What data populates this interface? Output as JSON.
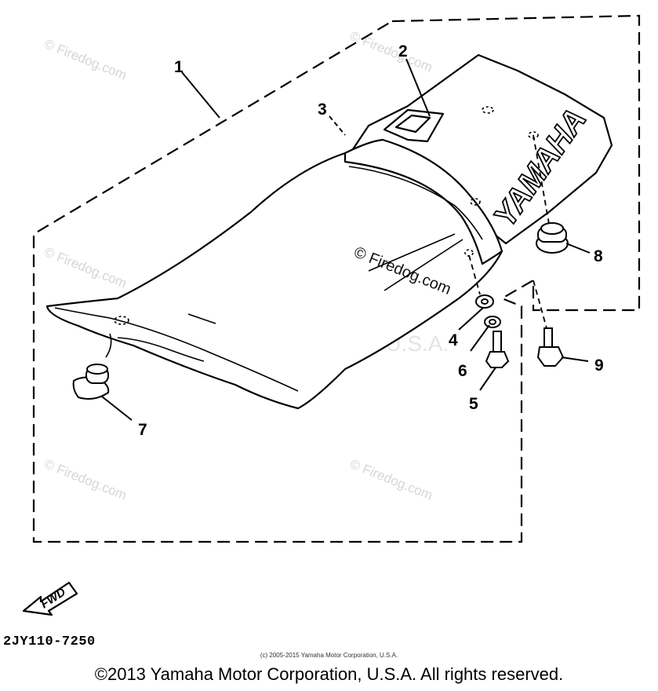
{
  "callouts": [
    "1",
    "2",
    "3",
    "4",
    "5",
    "6",
    "7",
    "8",
    "9"
  ],
  "brand_text": "YAMAHA",
  "fwd_text": "FWD",
  "part_code": "2JY110-7250",
  "watermark": {
    "main": "© Firedog.com",
    "faint": "© Firedog.com",
    "ghost": "Yamaha Motor Corp., U.S.A."
  },
  "small_copyright": "(c) 2005-2015 Yamaha Motor Corporation, U.S.A.",
  "copyright": "©2013 Yamaha Motor Corporation, U.S.A. All rights reserved.",
  "colors": {
    "line": "#000000",
    "background": "#ffffff",
    "watermark": "#d6d6d6"
  }
}
